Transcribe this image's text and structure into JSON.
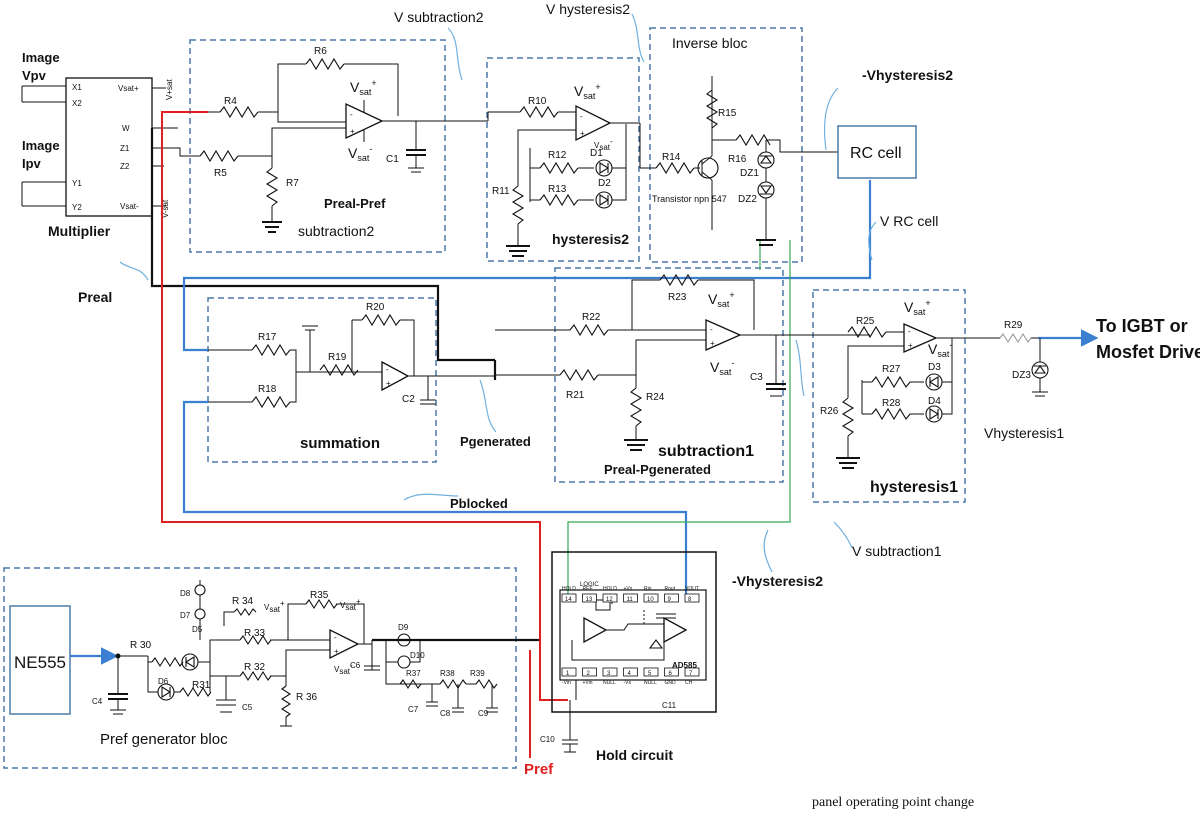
{
  "labels": {
    "image_vpv": [
      "Image",
      "Vpv"
    ],
    "image_ipv": [
      "Image",
      "Ipv"
    ],
    "multiplier": "Multiplier",
    "mult_pins": [
      "X1",
      "X2",
      "W",
      "Z1",
      "Z2",
      "Y1",
      "Y2",
      "Vsat+",
      "Vsat-"
    ],
    "mult_out_a": "V+sat",
    "mult_out_b": "V-sat",
    "preal": "Preal",
    "v_subtraction2": "V subtraction2",
    "v_hysteresis2": "V hysteresis2",
    "inverse_bloc": "Inverse bloc",
    "neg_vhysteresis2_top": "-Vhysteresis2",
    "rc_cell": "RC cell",
    "v_rc_cell": "V RC cell",
    "preal_pref": "Preal-Pref",
    "subtraction2": "subtraction2",
    "hysteresis2": "hysteresis2",
    "transistor": "Transistor npn 547",
    "summation": "summation",
    "pgenerated": "Pgenerated",
    "subtraction1": "subtraction1",
    "preal_pgenerated": "Preal-Pgenerated",
    "pblocked": "Pblocked",
    "hysteresis1": "hysteresis1",
    "to_igbt": [
      "To IGBT or",
      "Mosfet Driver"
    ],
    "vhysteresis1": "Vhysteresis1",
    "v_subtraction1": "V subtraction1",
    "neg_vhysteresis2_bottom": "-Vhysteresis2",
    "ne555": "NE555",
    "pref_generator_bloc": "Pref  generator bloc",
    "pref": "Pref",
    "hold_circuit": "Hold circuit",
    "ad585": "AD585",
    "logic": "LOGIC",
    "caption": "panel operating point change",
    "vsat": "V",
    "sat": "sat"
  },
  "resistors": [
    "R4",
    "R5",
    "R6",
    "R7",
    "R10",
    "R11",
    "R12",
    "R13",
    "R14",
    "R15",
    "R16",
    "R17",
    "R18",
    "R19",
    "R20",
    "R21",
    "R22",
    "R23",
    "R24",
    "R25",
    "R26",
    "R27",
    "R28",
    "R29",
    "R 30",
    "R31",
    "R 32",
    "R 33",
    "R 34",
    "R35",
    "R 36",
    "R37",
    "R38",
    "R39"
  ],
  "capacitors": [
    "C1",
    "C2",
    "C3",
    "C4",
    "C5",
    "C6",
    "C7",
    "C8",
    "C9",
    "C10",
    "C11"
  ],
  "diodes": [
    "D1",
    "D2",
    "D3",
    "D4",
    "D5",
    "D6",
    "D7",
    "D8",
    "D9",
    "D10",
    "DZ1",
    "DZ2",
    "DZ3"
  ],
  "hold_pins_top": [
    "14",
    "13",
    "12",
    "11",
    "10",
    "9",
    "8"
  ],
  "hold_pin_names_top": [
    "HOLD",
    "REF",
    "HOLD",
    "+Vs",
    "Rin",
    "Rout",
    "VOUT"
  ],
  "hold_pins_bottom": [
    "1",
    "2",
    "3",
    "4",
    "5",
    "6",
    "7"
  ],
  "hold_pin_names_bottom": [
    "-Vin",
    "+Vin",
    "NULL",
    "-Vs",
    "NULL",
    "GND",
    "CH"
  ],
  "colors": {
    "red_wire": "#e02020",
    "blue_wire": "#3a7fd0",
    "green_wire": "#34a853",
    "block_border": "#4b79a8",
    "light_blue": "#6fb0e0"
  }
}
